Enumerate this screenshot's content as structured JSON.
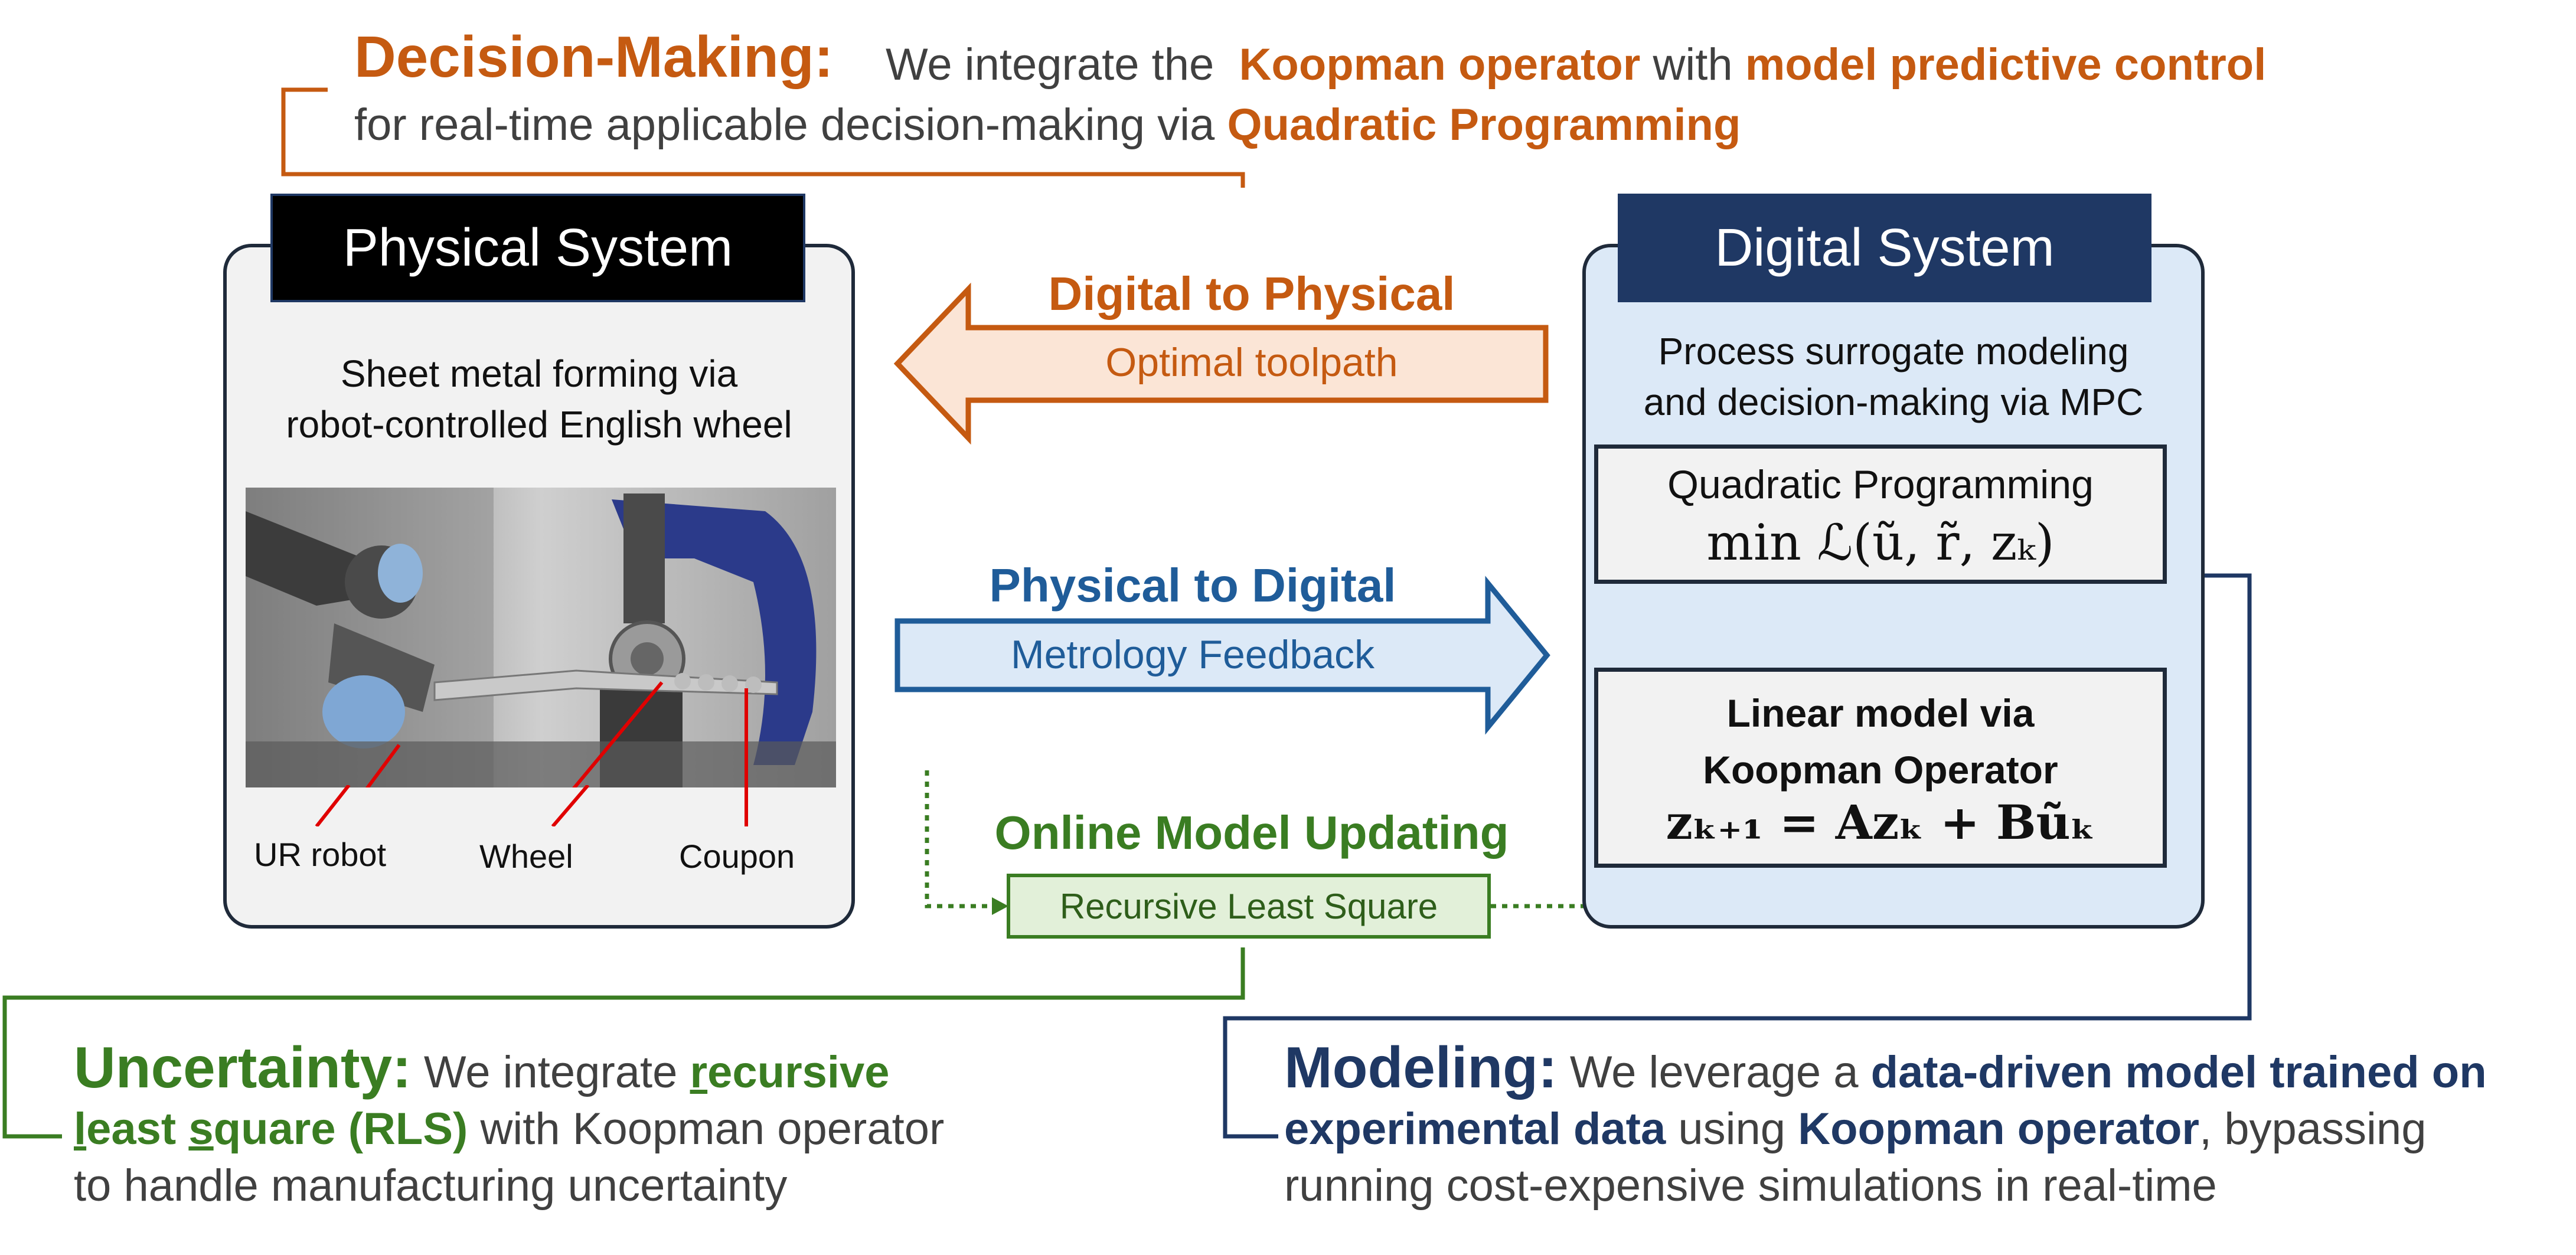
{
  "decision_making": {
    "heading": "Decision-Making:",
    "text1": "We integrate the",
    "koopman": "Koopman operator",
    "text2": "with",
    "mpc": "model predictive control",
    "text3": "for real-time applicable decision-making via",
    "qp": "Quadratic Programming"
  },
  "physical": {
    "title": "Physical System",
    "desc_line1": "Sheet metal forming via",
    "desc_line2": "robot-controlled English wheel",
    "labels": {
      "robot": "UR robot",
      "wheel": "Wheel",
      "coupon": "Coupon"
    }
  },
  "digital": {
    "title": "Digital System",
    "desc_line1": "Process surrogate modeling",
    "desc_line2": "and decision-making via MPC",
    "qp_label": "Quadratic Programming",
    "qp_formula": "min ℒ(ũ, r̃, zₖ)",
    "lm_label_line1": "Linear model via",
    "lm_label_line2": "Koopman Operator",
    "lm_formula": "zₖ₊₁ = Azₖ + Bũₖ"
  },
  "digital_to_physical": {
    "heading": "Digital to Physical",
    "sub": "Optimal toolpath"
  },
  "physical_to_digital": {
    "heading": "Physical to Digital",
    "sub": "Metrology Feedback"
  },
  "online_update": {
    "heading": "Online Model Updating",
    "box": "Recursive Least Square"
  },
  "uncertainty": {
    "heading": "Uncertainty:",
    "text1": "We integrate",
    "r": "r",
    "ecursive": "ecursive",
    "l": "l",
    "east": "east",
    "s": "s",
    "quare": "quare (RLS)",
    "text2": "with Koopman operator",
    "text3": "to handle manufacturing uncertainty"
  },
  "modeling": {
    "heading": "Modeling:",
    "text1": "We leverage a",
    "bold1": "data-driven model trained on experimental data",
    "text2": "using",
    "bold2": "Koopman operator",
    "text3": ", bypassing running cost-expensive simulations in real-time"
  },
  "colors": {
    "orange": "#C55A11",
    "green": "#3A7D22",
    "navy": "#1F3864",
    "blue": "#1F5C99",
    "digital_bg": "#DCE9F7",
    "physical_bg": "#F2F2F2"
  }
}
